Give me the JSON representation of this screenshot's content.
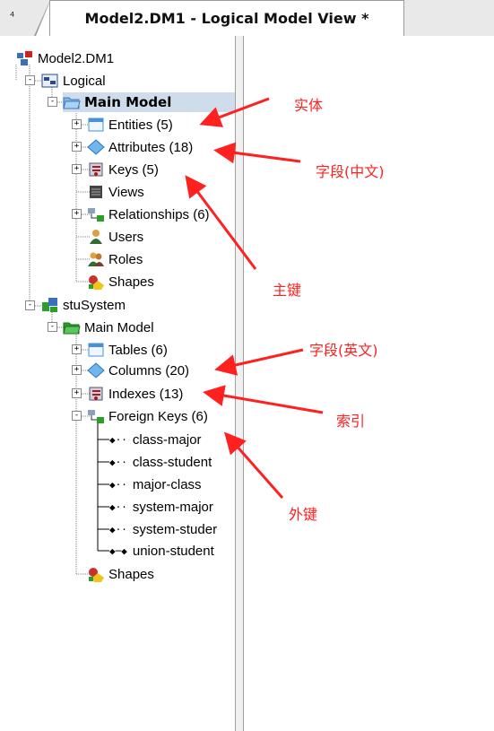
{
  "tab": {
    "title": "Model2.DM1 - Logical Model View *",
    "scroll_left": "⁴"
  },
  "tree": {
    "root": "Model2.DM1",
    "logical": "Logical",
    "main_model": "Main Model",
    "entities": "Entities (5)",
    "attributes": "Attributes (18)",
    "keys": "Keys (5)",
    "views": "Views",
    "relationships": "Relationships (6)",
    "users": "Users",
    "roles": "Roles",
    "shapes": "Shapes",
    "stusystem": "stuSystem",
    "phys_main_model": "Main Model",
    "tables": "Tables (6)",
    "columns": "Columns (20)",
    "indexes": "Indexes (13)",
    "foreign_keys": "Foreign Keys (6)",
    "fk_items": [
      "class-major",
      "class-student",
      "major-class",
      "system-major",
      "system-studer",
      "union-student"
    ],
    "phys_shapes": "Shapes"
  },
  "annotations": {
    "entity": "实体",
    "field_cn": "字段(中文)",
    "primary_key": "主键",
    "field_en": "字段(英文)",
    "index": "索引",
    "foreign_key": "外键"
  }
}
